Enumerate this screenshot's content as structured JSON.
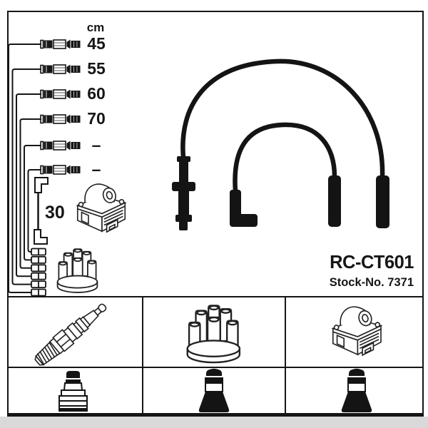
{
  "product": {
    "code": "RC-CT601",
    "stock_number": "Stock-No. 7371"
  },
  "diagram": {
    "unit_header": "cm",
    "cable_lengths": [
      {
        "value": "45"
      },
      {
        "value": "55"
      },
      {
        "value": "60"
      },
      {
        "value": "70"
      },
      {
        "value": "–"
      },
      {
        "value": "–"
      }
    ],
    "coil_wire_length": "30"
  },
  "components": {
    "top_section": [
      "cable-length-list",
      "wire-bundle",
      "terminal-connectors",
      "coil-wire-30",
      "ignition-coil-illustration",
      "distributor-cap-illustration",
      "ignition-lead-photo-large",
      "ignition-lead-photo-small"
    ],
    "grid_row_1": [
      "spark-plug-illustration",
      "distributor-cap-illustration",
      "ignition-coil-illustration"
    ],
    "grid_row_2": [
      "plug-boot-cylindrical",
      "plug-boot-tapered",
      "plug-boot-tapered"
    ]
  },
  "colors": {
    "ink": "#161616",
    "photo_black": "#141414",
    "background": "#ffffff",
    "bottom_margin": "#d9d9d9"
  }
}
